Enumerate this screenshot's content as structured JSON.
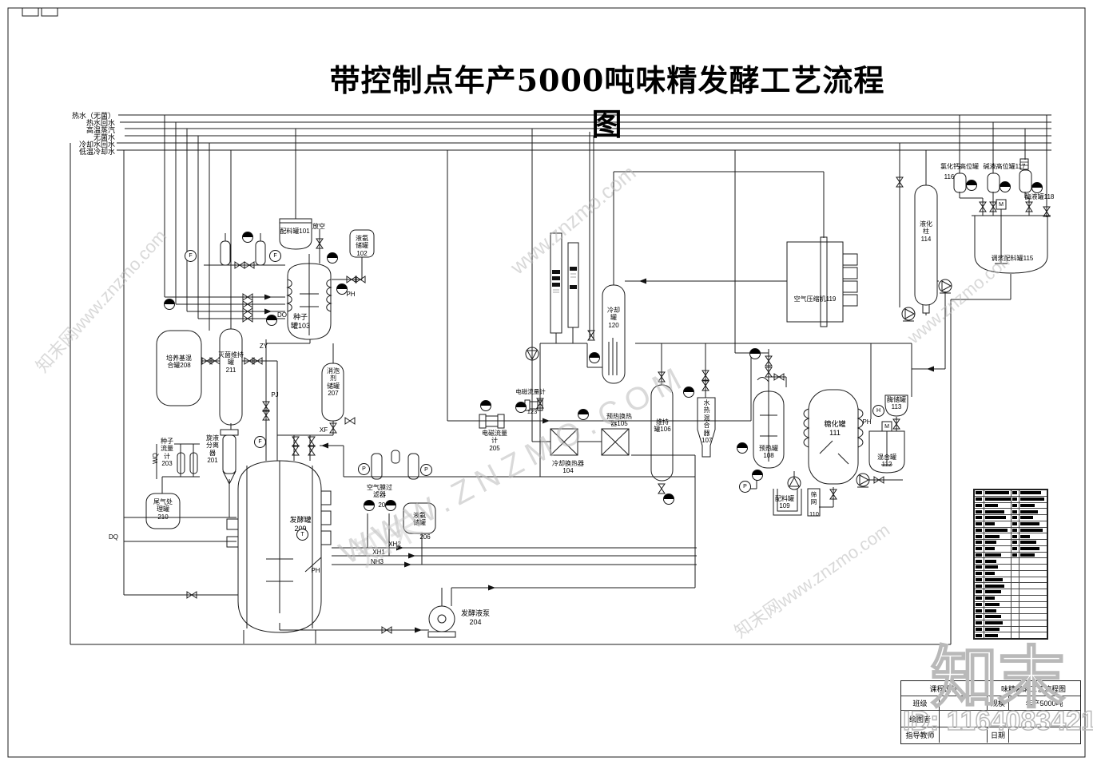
{
  "title": "带控制点年产5000吨味精发酵工艺流程图",
  "utility_lines": [
    "热水（无菌）",
    "热水回水",
    "高温蒸汽",
    "无菌水",
    "冷却水回水",
    "低温冷却水"
  ],
  "equipment": {
    "e101": "配料罐101",
    "e102": "液氨\n储罐\n102",
    "e103": "种子\n罐103",
    "e104": "冷却换热器\n104",
    "e105": "预热换热\n器105",
    "e106": "维持\n罐106",
    "e107": "水\n热\n混\n合\n器\n107",
    "e108": "预热罐\n108",
    "e109": "配料罐\n109",
    "e110": "筛\n网",
    "e110n": "110",
    "e111": "糖化罐\n111",
    "e112": "混合罐\n112",
    "e113": "酶储罐\n113",
    "e114": "液化\n柱\n114",
    "e115": "调浆配料罐115",
    "e116": "氯化钙高位罐",
    "e116n": "116",
    "e117": "碱液高位罐117",
    "e118": "酶液罐118",
    "e119": "空气压缩机119",
    "e120": "冷却\n罐\n120",
    "e123": "电磁流量计",
    "e123n": "123",
    "e201": "旋液\n分离\n器\n201",
    "e202": "空气膜过\n滤器",
    "e202n": "202",
    "e203": "种子\n流量\n计\n203",
    "e204": "发酵液泵\n204",
    "e205": "电磁流量\n计\n205",
    "e206": "液氨\n储罐",
    "e206n": "206",
    "e207": "消泡\n剂\n储罐\n207",
    "e208": "培养基混\n合罐208",
    "e209": "发酵罐\n209",
    "e210": "尾气处\n理罐\n210",
    "e211": "灭菌维持\n罐\n211"
  },
  "streams": {
    "zy": "ZY",
    "pj": "PJ",
    "xf": "XF",
    "wq": "WQ",
    "dq": "DQ",
    "xh2": "XH2",
    "xh1": "XH1",
    "nh3": "NH3",
    "vent": "放空"
  },
  "instruments": {
    "f": "F",
    "p": "P",
    "t": "T",
    "m": "M",
    "h": "H",
    "ph": "PH",
    "do": "DO"
  },
  "title_block": {
    "course": "课程设计",
    "drawing": "味精发酵工艺流程图",
    "class_label": "班级",
    "scale_label": "规模",
    "scale_value": "年产5000吨",
    "drafter": "绘图者",
    "advisor": "指导教师",
    "date_label": "日期"
  },
  "watermark": {
    "brand": "知末",
    "brand_url": "知末网www.znzmo.com",
    "url": "www.znzmo.com",
    "big_url": "WWW.ZNZMO.COM",
    "id_text": "ID: 1164083421"
  }
}
